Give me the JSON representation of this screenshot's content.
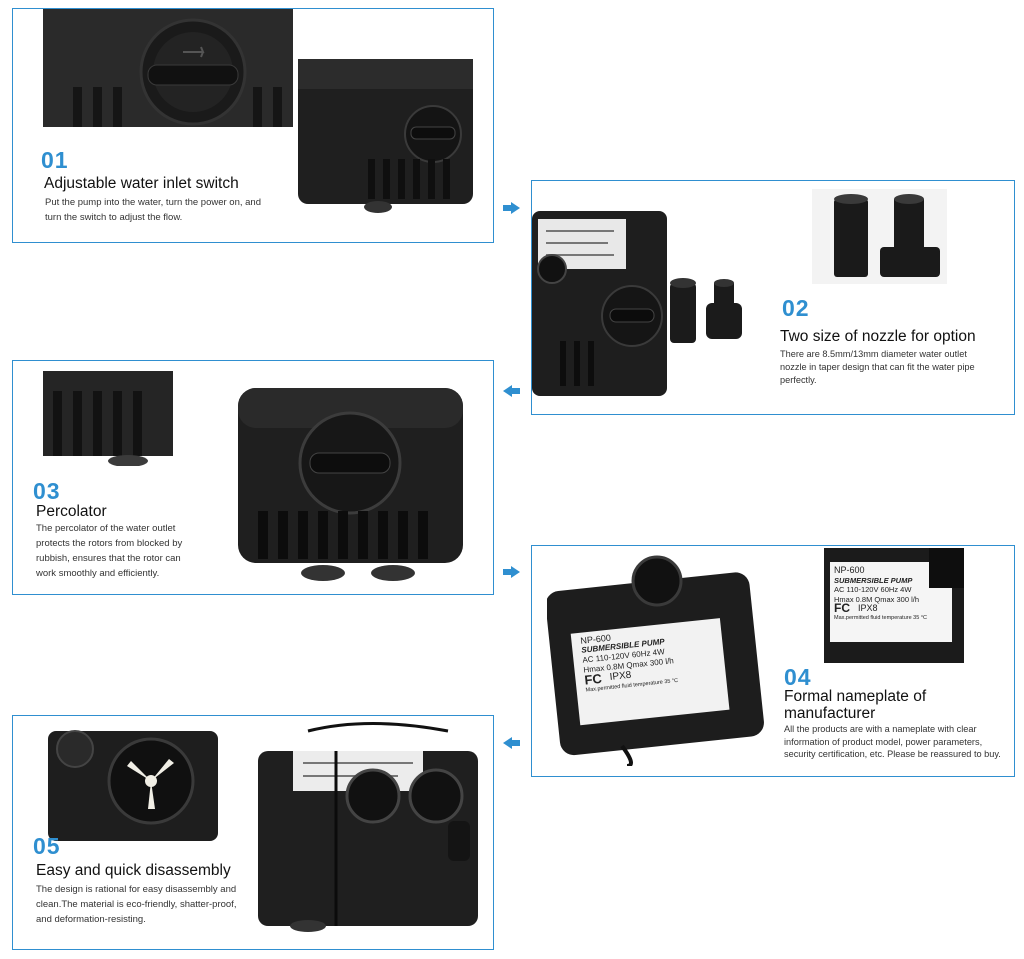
{
  "features": [
    {
      "number": "01",
      "title": "Adjustable water inlet switch",
      "description": "Put the pump into the water, turn the power on, and turn the switch to adjust the flow."
    },
    {
      "number": "02",
      "title": "Two size of nozzle for option",
      "description": "There are 8.5mm/13mm diameter water outlet nozzle in taper design that can fit the water pipe perfectly."
    },
    {
      "number": "03",
      "title": "Percolator",
      "description": "The percolator of the water outlet protects the rotors from blocked by rubbish, ensures that the rotor can work smoothly and efficiently."
    },
    {
      "number": "04",
      "title": "Formal nameplate of manufacturer",
      "description": "All the products are with a nameplate with clear information of product model, power parameters, security certification, etc. Please be reassured to buy."
    },
    {
      "number": "05",
      "title": "Easy and quick disassembly",
      "description": "The design is rational for easy disassembly and clean.The material is eco-friendly, shatter-proof, and deformation-resisting."
    }
  ],
  "nameplate": {
    "model": "NP-600",
    "type": "SUBMERSIBLE PUMP",
    "power": "AC 110-120V 60Hz 4W",
    "flow": "Hmax 0.8M Qmax 300 l/h",
    "cert": "FC",
    "rating": "IPX8",
    "note": "Max.permitted fluid temperature 35 °C"
  },
  "colors": {
    "accent": "#2f8fd0",
    "product": "#1c1c1c"
  }
}
